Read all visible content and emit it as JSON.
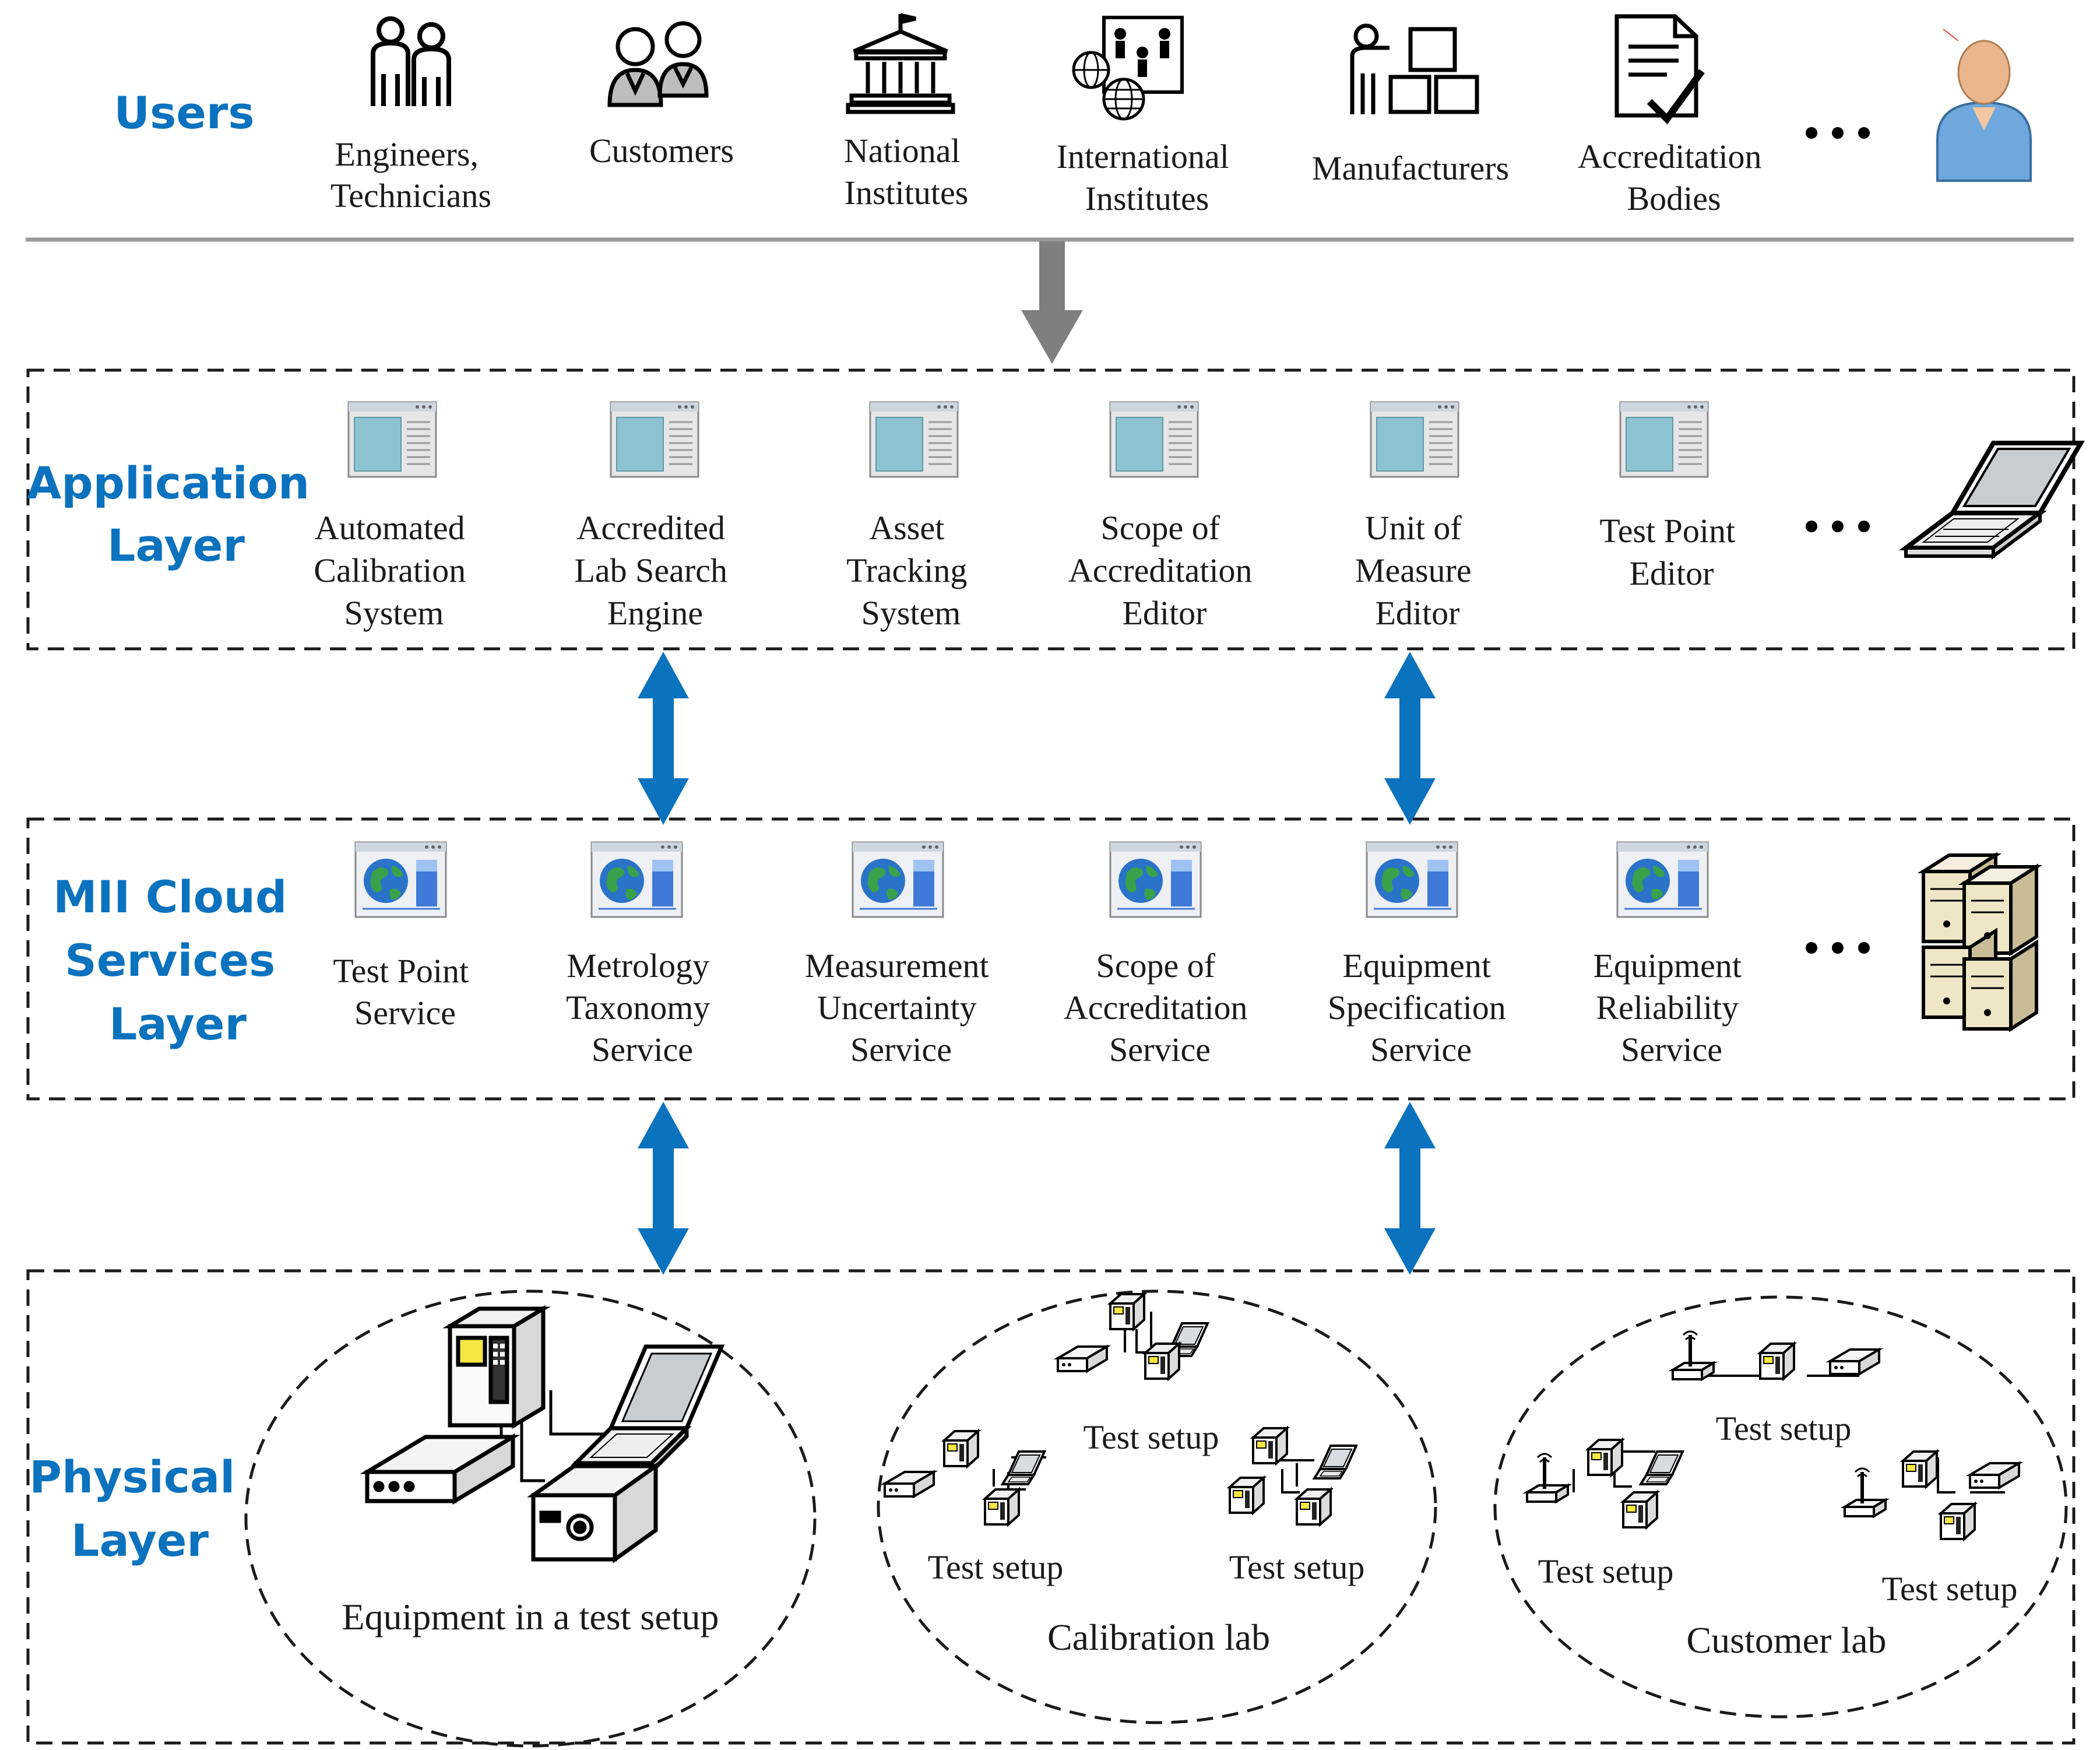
{
  "layers": {
    "users": {
      "title": "Users",
      "items": [
        {
          "lines": [
            "Engineers,",
            "Technicians"
          ],
          "icon": "engineers-icon"
        },
        {
          "lines": [
            "Customers"
          ],
          "icon": "customers-icon"
        },
        {
          "lines": [
            "National",
            "Institutes"
          ],
          "icon": "national-institute-icon"
        },
        {
          "lines": [
            "International",
            "Institutes"
          ],
          "icon": "international-institute-icon"
        },
        {
          "lines": [
            "Manufacturers"
          ],
          "icon": "manufacturer-icon"
        },
        {
          "lines": [
            "Accreditation",
            "Bodies"
          ],
          "icon": "accreditation-document-icon"
        }
      ],
      "ellipsis": "• • •",
      "end_icon": "user-avatar-icon"
    },
    "application": {
      "title_lines": [
        "Application",
        "Layer"
      ],
      "items": [
        {
          "lines": [
            "Automated",
            "Calibration",
            "System"
          ]
        },
        {
          "lines": [
            "Accredited",
            "Lab Search",
            "Engine"
          ]
        },
        {
          "lines": [
            "Asset",
            "Tracking",
            "System"
          ]
        },
        {
          "lines": [
            "Scope of",
            "Accreditation",
            "Editor"
          ]
        },
        {
          "lines": [
            "Unit of",
            "Measure",
            "Editor"
          ]
        },
        {
          "lines": [
            "Test Point",
            "Editor"
          ]
        }
      ],
      "item_icon": "application-window-icon",
      "ellipsis": "• • •",
      "end_icon": "laptop-icon"
    },
    "cloud": {
      "title_lines": [
        "MII Cloud",
        "Services",
        "Layer"
      ],
      "items": [
        {
          "lines": [
            "Test Point",
            "Service"
          ]
        },
        {
          "lines": [
            "Metrology",
            "Taxonomy",
            "Service"
          ]
        },
        {
          "lines": [
            "Measurement",
            "Uncertainty",
            "Service"
          ]
        },
        {
          "lines": [
            "Scope of",
            "Accreditation",
            "Service"
          ]
        },
        {
          "lines": [
            "Equipment",
            "Specification",
            "Service"
          ]
        },
        {
          "lines": [
            "Equipment",
            "Reliability",
            "Service"
          ]
        }
      ],
      "item_icon": "web-service-globe-icon",
      "ellipsis": "• • •",
      "end_icon": "server-stack-icon"
    },
    "physical": {
      "title_lines": [
        "Physical",
        "Layer"
      ],
      "groups": [
        {
          "label": "Equipment in a test setup"
        },
        {
          "label": "Calibration lab",
          "setups": [
            "Test setup",
            "Test setup",
            "Test setup"
          ]
        },
        {
          "label": "Customer lab",
          "setups": [
            "Test setup",
            "Test setup",
            "Test setup"
          ]
        }
      ]
    }
  },
  "colors": {
    "accent_blue": "#0B72BE",
    "gray_arrow": "#7F7F7F",
    "divider": "#999999",
    "dash": "#1a1a1a"
  }
}
